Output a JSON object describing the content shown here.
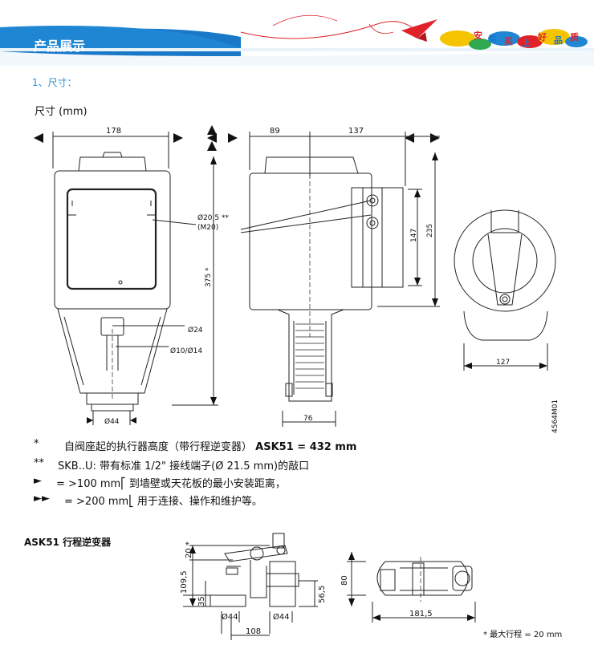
{
  "header": {
    "title": "产品展示",
    "slogan_chars": [
      "安",
      "易",
      "买",
      "上",
      "好",
      "品",
      "质"
    ],
    "colors": {
      "primary": "#1a78c9",
      "light": "#2f9be3",
      "accent": "#e0232b"
    }
  },
  "section": {
    "label": "1、尺寸：",
    "dim_heading": "尺寸 (mm)"
  },
  "drawing_labels": {
    "w178": "178",
    "w89": "89",
    "w137": "137",
    "h147": "147",
    "h235": "235",
    "h375": "375 *",
    "d20": "Ø20,5 **",
    "m20": "(M20)",
    "d24": "Ø24",
    "d10": "Ø10/Ø14",
    "d44": "Ø44",
    "w76": "76",
    "w127": "127",
    "code": "4564M01"
  },
  "notes": [
    {
      "sym": "*",
      "text": "自阀座起的执行器高度（带行程逆变器）",
      "bold": "ASK51 = 432  mm"
    },
    {
      "sym": "**",
      "text": "SKB..U: 带有标准 1/2\" 接线端子(Ø 21.5 mm)的敲口",
      "bold": ""
    },
    {
      "sym": "►",
      "text": "=     >100 mm⎡ 到墙壁或天花板的最小安装距离，",
      "bold": ""
    },
    {
      "sym": "►►",
      "text": "= >200 mm⎣ 用于连接、操作和维护等。",
      "bold": ""
    }
  ],
  "inverter": {
    "title": "ASK51 行程逆变器",
    "labels": {
      "l20": "20 *",
      "l1095": "109,5",
      "l35": "35",
      "l565": "56,5",
      "d44a": "Ø44",
      "d44b": "Ø44",
      "w108": "108",
      "h80": "80",
      "w1815": "181,5"
    },
    "footnote": "* 最大行程 = 20 mm"
  }
}
